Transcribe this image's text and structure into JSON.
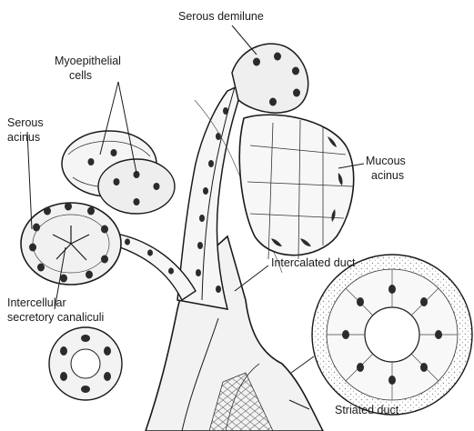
{
  "labels": {
    "serous_demilune": "Serous demilune",
    "myoepithelial_cells_line1": "Myoepithelial",
    "myoepithelial_cells_line2": "cells",
    "serous_acinus_line1": "Serous",
    "serous_acinus_line2": "acinus",
    "mucous_acinus_line1": "Mucous",
    "mucous_acinus_line2": "acinus",
    "intercalated_duct": "Intercalated duct",
    "intercellular_canaliculi_line1": "Intercellular",
    "intercellular_canaliculi_line2": "secretory canaliculi",
    "striated_duct": "Striated duct"
  },
  "colors": {
    "ink": "#1a1a1a",
    "nucleus": "#2b2b2b",
    "fill": "#f4f4f4",
    "stipple": "#9a9a9a"
  }
}
